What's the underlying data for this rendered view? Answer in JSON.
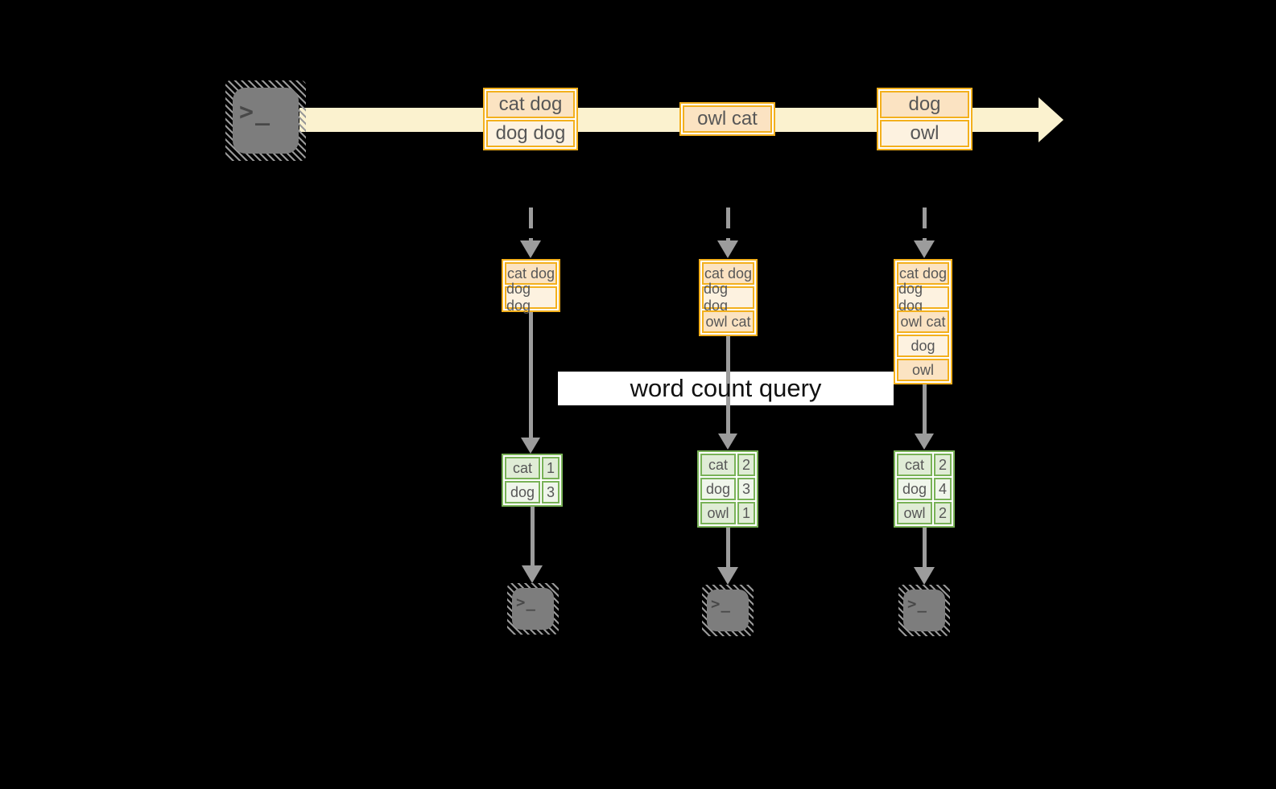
{
  "colors": {
    "background": "#000000",
    "orange_border": "#f3b01d",
    "batch_fill_dark": "#fbe3c2",
    "batch_fill_light": "#fdf2e0",
    "stream_arrow": "#fbf2cf",
    "connector_gray": "#9c9c9c",
    "terminal_gray": "#7d7d7d",
    "green_border": "#79b257",
    "count_fill_dark": "#e0ecd6",
    "count_fill_light": "#f0f6eb",
    "cell_text": "#575757",
    "query_text": "#111111",
    "query_bg": "#ffffff"
  },
  "icons": {
    "terminal_glyph": ">_"
  },
  "timeline": {
    "batches": [
      {
        "cells": [
          "cat dog",
          "dog dog"
        ]
      },
      {
        "cells": [
          "owl cat"
        ]
      },
      {
        "cells": [
          "dog",
          "owl"
        ]
      }
    ]
  },
  "stacks": [
    {
      "cells": [
        "cat dog",
        "dog dog"
      ]
    },
    {
      "cells": [
        "cat dog",
        "dog dog",
        "owl cat"
      ]
    },
    {
      "cells": [
        "cat dog",
        "dog dog",
        "owl cat",
        "dog",
        "owl"
      ]
    }
  ],
  "query": {
    "label": "word count query"
  },
  "count_tables": [
    {
      "rows": [
        [
          "cat",
          "1"
        ],
        [
          "dog",
          "3"
        ]
      ]
    },
    {
      "rows": [
        [
          "cat",
          "2"
        ],
        [
          "dog",
          "3"
        ],
        [
          "owl",
          "1"
        ]
      ]
    },
    {
      "rows": [
        [
          "cat",
          "2"
        ],
        [
          "dog",
          "4"
        ],
        [
          "owl",
          "2"
        ]
      ]
    }
  ]
}
